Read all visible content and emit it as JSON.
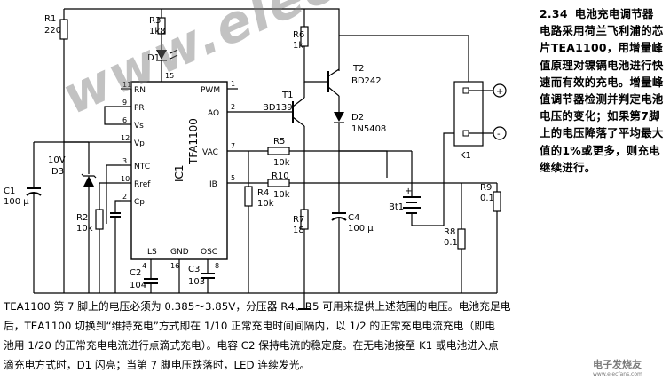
{
  "title": {
    "number": "2.34",
    "heading": "电池充电调节器",
    "text": "电路采用荷兰飞利浦的芯片TEA1100，用增量峰值原理对镍镉电池进行快速而有效的充电。增量峰值调节器检测并判定电池电压的变化；如果第7脚上的电压降落了平均最大值的1%或更多，则充电继续进行。"
  },
  "bottom_text": {
    "line1": "TEA1100 第 7 脚上的电压必须为 0.385～3.85V，分压器 R4、R5 可用来提供上述范围的电压。电池充足电",
    "line2": "后，TEA1100 切换到“维持充电”方式即在 1/10 正常充电时间间隔内，以 1/2 的正常充电电流充电（即电",
    "line3": "池用 1/20 的正常充电电流进行点滴式充电）。电容 C2 保持电流的稳定度。在无电池接至 K1 或电池进入点",
    "line4": "滴充电方式时，D1 闪亮；当第 7 脚电压跌落时，LED 连续发光。"
  },
  "ic": {
    "name": "IC1",
    "part": "TFA1100",
    "pins_left": [
      {
        "num": "11",
        "name": "RN"
      },
      {
        "num": "9",
        "name": "PR"
      },
      {
        "num": "6",
        "name": "Vs"
      },
      {
        "num": "12",
        "name": "Vp"
      },
      {
        "num": "3",
        "name": "NTC"
      },
      {
        "num": "10",
        "name": "Rref"
      },
      {
        "num": "2",
        "name": "Cp"
      }
    ],
    "pins_right": [
      {
        "num": "1",
        "name": "PWM"
      },
      {
        "num": "2",
        "name": "AO"
      },
      {
        "num": "7",
        "name": "VAC"
      },
      {
        "num": "5",
        "name": "IB"
      }
    ],
    "pins_bottom": [
      {
        "num": "4",
        "name": "LS"
      },
      {
        "num": "16",
        "name": "GND"
      },
      {
        "num": "8",
        "name": "OSC"
      }
    ],
    "pin_top": "15"
  },
  "components": {
    "r1": {
      "ref": "R1",
      "value": "220"
    },
    "r3": {
      "ref": "R3",
      "value": "1k8"
    },
    "d1": {
      "ref": "D1"
    },
    "r6": {
      "ref": "R6",
      "value": "1k"
    },
    "t1": {
      "ref": "T1",
      "part": "BD139"
    },
    "t2": {
      "ref": "T2",
      "part": "BD242"
    },
    "d2": {
      "ref": "D2",
      "part": "1N5408"
    },
    "d3": {
      "ref": "D3",
      "value": "10V"
    },
    "c1": {
      "ref": "C1",
      "value": "100 μ"
    },
    "r2": {
      "ref": "R2",
      "value": "10k"
    },
    "c2": {
      "ref": "C2",
      "value": "104"
    },
    "c3": {
      "ref": "C3",
      "value": "103"
    },
    "r4": {
      "ref": "R4",
      "value": "10k"
    },
    "r5": {
      "ref": "R5",
      "value": "10k"
    },
    "r10": {
      "ref": "R10",
      "value": "10k"
    },
    "r7": {
      "ref": "R7",
      "value": "18"
    },
    "c4": {
      "ref": "C4",
      "value": "100 μ"
    },
    "bt1": {
      "ref": "Bt1"
    },
    "r8": {
      "ref": "R8",
      "value": "0.1"
    },
    "r9": {
      "ref": "R9",
      "value": "0.1"
    },
    "k1": {
      "ref": "K1"
    },
    "terminal_plus": "+",
    "terminal_minus": "-",
    "batt_plus": "+"
  },
  "watermark": "www.elecfans.com",
  "brand": {
    "cn": "电子发烧友",
    "url": "www.elecfans.com"
  }
}
